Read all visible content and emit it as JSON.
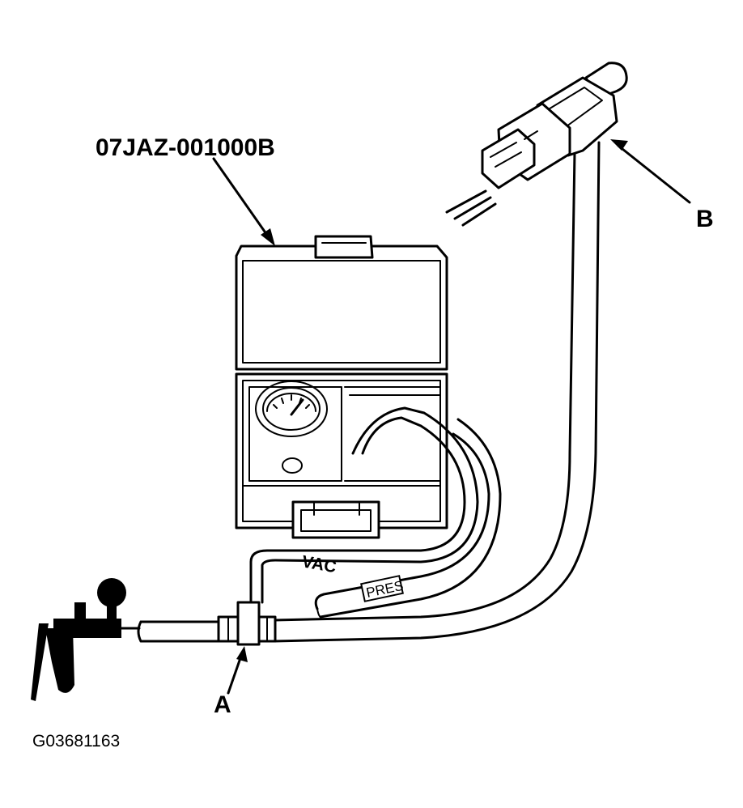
{
  "labels": {
    "tool_number": "07JAZ-001000B",
    "callout_a": "A",
    "callout_b": "B",
    "figure_code": "G03681163",
    "hose_vac": "VAC",
    "hose_pres": "PRES"
  },
  "icons": {
    "tester_case": "vacuum-pressure-tester-case-icon",
    "gauge": "pressure-gauge-icon",
    "hand_pump": "hand-vacuum-pump-icon",
    "tee": "tee-fitting-icon",
    "sensor": "sensor-connector-icon"
  }
}
